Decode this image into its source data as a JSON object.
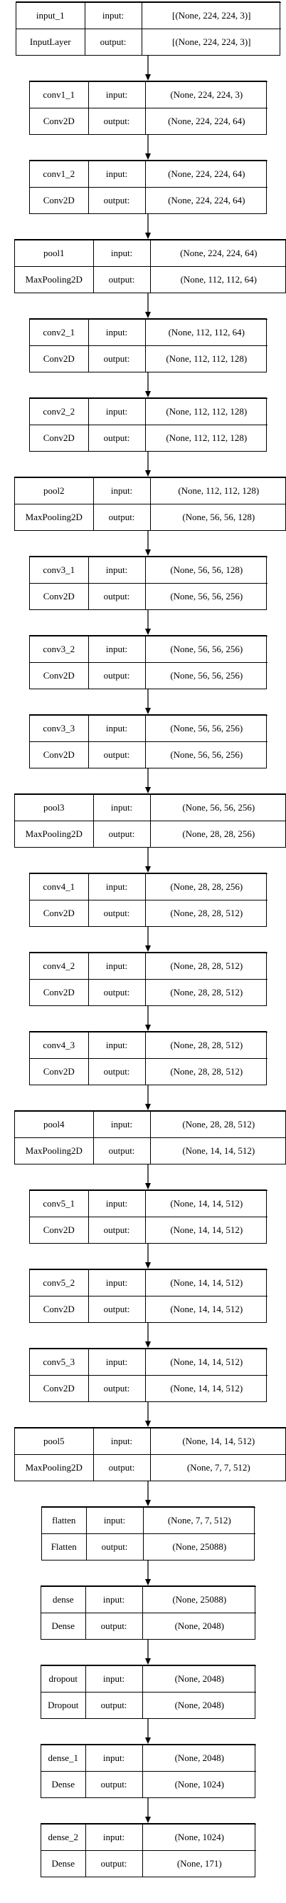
{
  "labels": {
    "input": "input:",
    "output": "output:"
  },
  "layers": [
    {
      "name": "input_1",
      "type": "InputLayer",
      "input": "[(None, 224, 224, 3)]",
      "output": "[(None, 224, 224, 3)]"
    },
    {
      "name": "conv1_1",
      "type": "Conv2D",
      "input": "(None, 224, 224, 3)",
      "output": "(None, 224, 224, 64)"
    },
    {
      "name": "conv1_2",
      "type": "Conv2D",
      "input": "(None, 224, 224, 64)",
      "output": "(None, 224, 224, 64)"
    },
    {
      "name": "pool1",
      "type": "MaxPooling2D",
      "input": "(None, 224, 224, 64)",
      "output": "(None, 112, 112, 64)"
    },
    {
      "name": "conv2_1",
      "type": "Conv2D",
      "input": "(None, 112, 112, 64)",
      "output": "(None, 112, 112, 128)"
    },
    {
      "name": "conv2_2",
      "type": "Conv2D",
      "input": "(None, 112, 112, 128)",
      "output": "(None, 112, 112, 128)"
    },
    {
      "name": "pool2",
      "type": "MaxPooling2D",
      "input": "(None, 112, 112, 128)",
      "output": "(None, 56, 56, 128)"
    },
    {
      "name": "conv3_1",
      "type": "Conv2D",
      "input": "(None, 56, 56, 128)",
      "output": "(None, 56, 56, 256)"
    },
    {
      "name": "conv3_2",
      "type": "Conv2D",
      "input": "(None, 56, 56, 256)",
      "output": "(None, 56, 56, 256)"
    },
    {
      "name": "conv3_3",
      "type": "Conv2D",
      "input": "(None, 56, 56, 256)",
      "output": "(None, 56, 56, 256)"
    },
    {
      "name": "pool3",
      "type": "MaxPooling2D",
      "input": "(None, 56, 56, 256)",
      "output": "(None, 28, 28, 256)"
    },
    {
      "name": "conv4_1",
      "type": "Conv2D",
      "input": "(None, 28, 28, 256)",
      "output": "(None, 28, 28, 512)"
    },
    {
      "name": "conv4_2",
      "type": "Conv2D",
      "input": "(None, 28, 28, 512)",
      "output": "(None, 28, 28, 512)"
    },
    {
      "name": "conv4_3",
      "type": "Conv2D",
      "input": "(None, 28, 28, 512)",
      "output": "(None, 28, 28, 512)"
    },
    {
      "name": "pool4",
      "type": "MaxPooling2D",
      "input": "(None, 28, 28, 512)",
      "output": "(None, 14, 14, 512)"
    },
    {
      "name": "conv5_1",
      "type": "Conv2D",
      "input": "(None, 14, 14, 512)",
      "output": "(None, 14, 14, 512)"
    },
    {
      "name": "conv5_2",
      "type": "Conv2D",
      "input": "(None, 14, 14, 512)",
      "output": "(None, 14, 14, 512)"
    },
    {
      "name": "conv5_3",
      "type": "Conv2D",
      "input": "(None, 14, 14, 512)",
      "output": "(None, 14, 14, 512)"
    },
    {
      "name": "pool5",
      "type": "MaxPooling2D",
      "input": "(None, 14, 14, 512)",
      "output": "(None, 7, 7, 512)"
    },
    {
      "name": "flatten",
      "type": "Flatten",
      "input": "(None, 7, 7, 512)",
      "output": "(None, 25088)"
    },
    {
      "name": "dense",
      "type": "Dense",
      "input": "(None, 25088)",
      "output": "(None, 2048)"
    },
    {
      "name": "dropout",
      "type": "Dropout",
      "input": "(None, 2048)",
      "output": "(None, 2048)"
    },
    {
      "name": "dense_1",
      "type": "Dense",
      "input": "(None, 2048)",
      "output": "(None, 1024)"
    },
    {
      "name": "dense_2",
      "type": "Dense",
      "input": "(None, 1024)",
      "output": "(None, 171)"
    }
  ]
}
